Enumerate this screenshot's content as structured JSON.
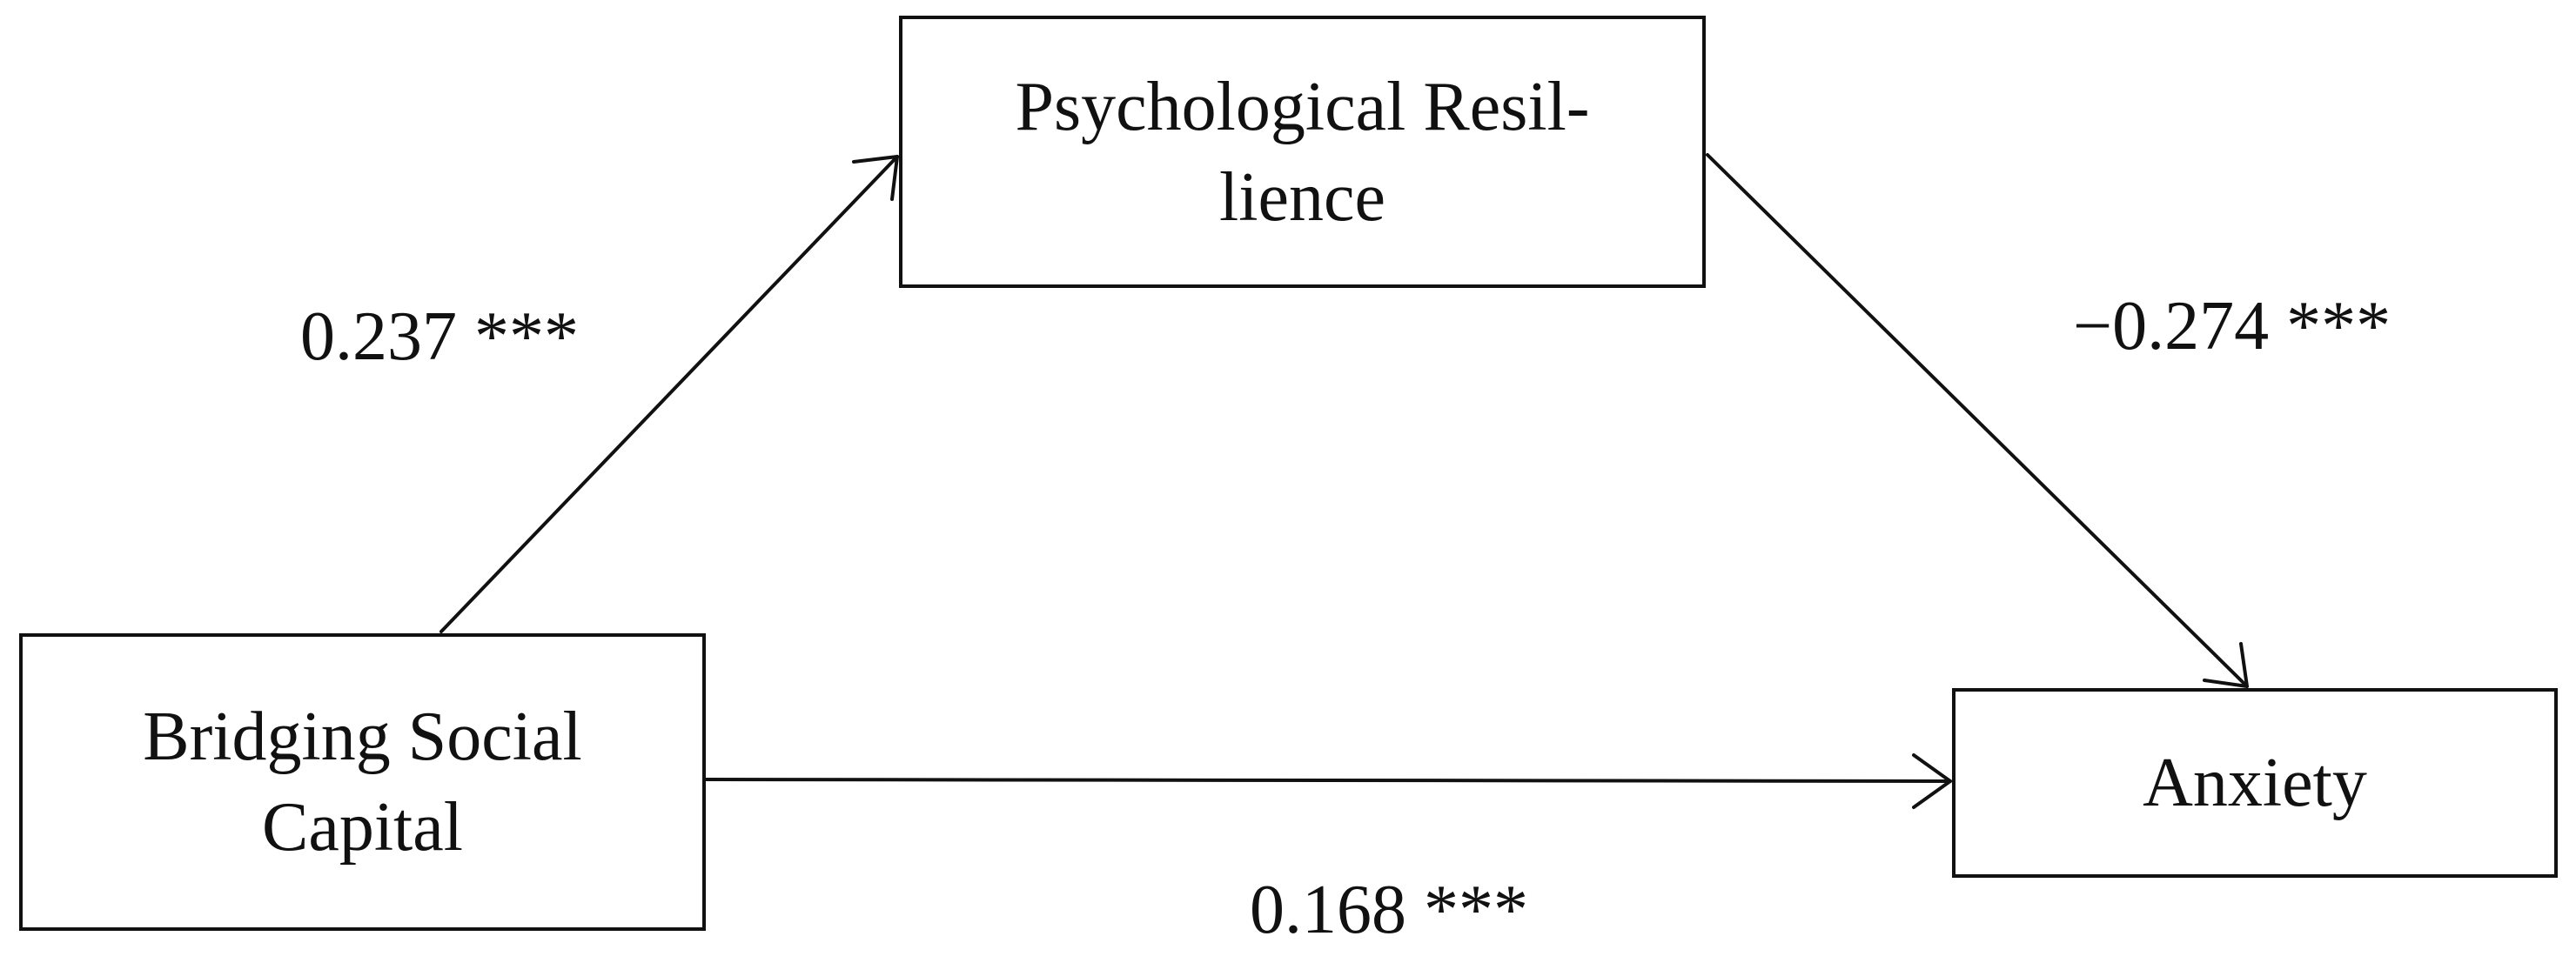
{
  "nodes": {
    "bridging": {
      "label": "Bridging Social\nCapital"
    },
    "resilience": {
      "label": "Psychological Resil-\nlience"
    },
    "anxiety": {
      "label": "Anxiety"
    }
  },
  "paths": {
    "a": {
      "from": "Bridging Social Capital",
      "to": "Psychological Resilience",
      "coefficient": "0.237 ***"
    },
    "b": {
      "from": "Psychological Resilience",
      "to": "Anxiety",
      "coefficient": "−0.274 ***"
    },
    "c": {
      "from": "Bridging Social Capital",
      "to": "Anxiety",
      "coefficient": "0.168 ***"
    }
  },
  "colors": {
    "stroke": "#111111",
    "background": "#ffffff"
  }
}
